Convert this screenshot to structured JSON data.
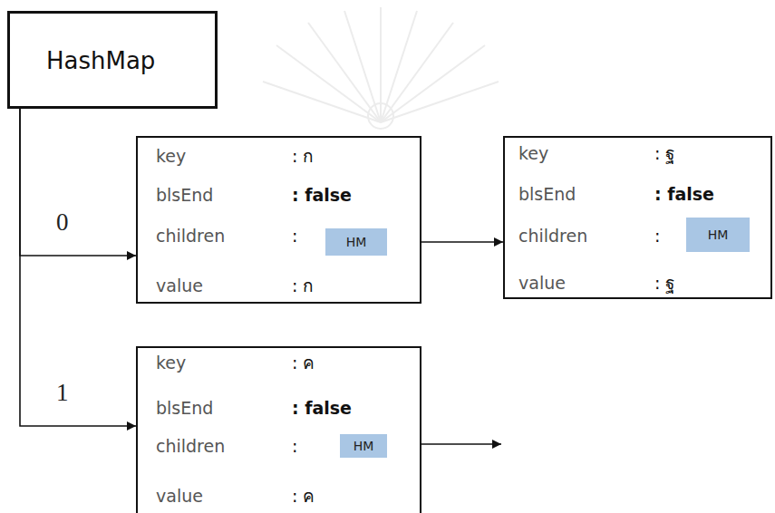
{
  "diagram": {
    "nodes": [
      {
        "text": [
          "HashMap"
        ]
      },
      {
        "text": [
          "key",
          ": ก",
          "blsEnd",
          ": false",
          "children",
          ":",
          "value",
          ": ก"
        ]
      },
      {
        "text": [
          "HM"
        ],
        "in": 1
      },
      {
        "text": [
          "key",
          ": ฐ",
          "blsEnd",
          ": false",
          "children",
          ":",
          "value",
          ": ฐ"
        ]
      },
      {
        "text": [
          "HM"
        ],
        "in": 3
      },
      {
        "text": [
          "key",
          ": ค",
          "blsEnd",
          ": false",
          "children",
          ":",
          "value",
          ": ค"
        ]
      },
      {
        "text": [
          "HM"
        ],
        "in": 5
      }
    ],
    "edges": [
      {
        "from": 0,
        "to": 1,
        "arrow": "to",
        "label": "0"
      },
      {
        "from": 0,
        "to": 5,
        "arrow": "to",
        "label": "1"
      },
      {
        "from": 2,
        "to": 3,
        "arrow": "to"
      }
    ]
  }
}
